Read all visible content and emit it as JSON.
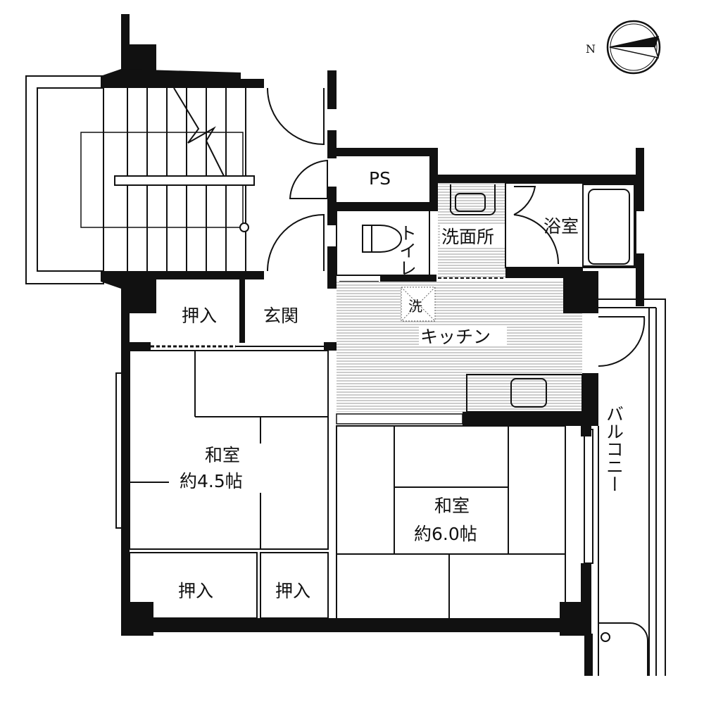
{
  "compass": {
    "north_label": "N"
  },
  "rooms": {
    "ps": "PS",
    "toilet": "トイレ",
    "washroom": "洗面所",
    "bathroom": "浴室",
    "washer": "洗",
    "kitchen": "キッチン",
    "closet_entrance": "押入",
    "entrance": "玄関",
    "washitsu_a_name": "和室",
    "washitsu_a_size": "約4.5帖",
    "washitsu_b_name": "和室",
    "washitsu_b_size": "約6.0帖",
    "closet_bottom_left": "押入",
    "closet_bottom_mid": "押入",
    "balcony": "バルコニー"
  },
  "colors": {
    "wall": "#111111",
    "floor_hatch": "#d9d9d9"
  }
}
